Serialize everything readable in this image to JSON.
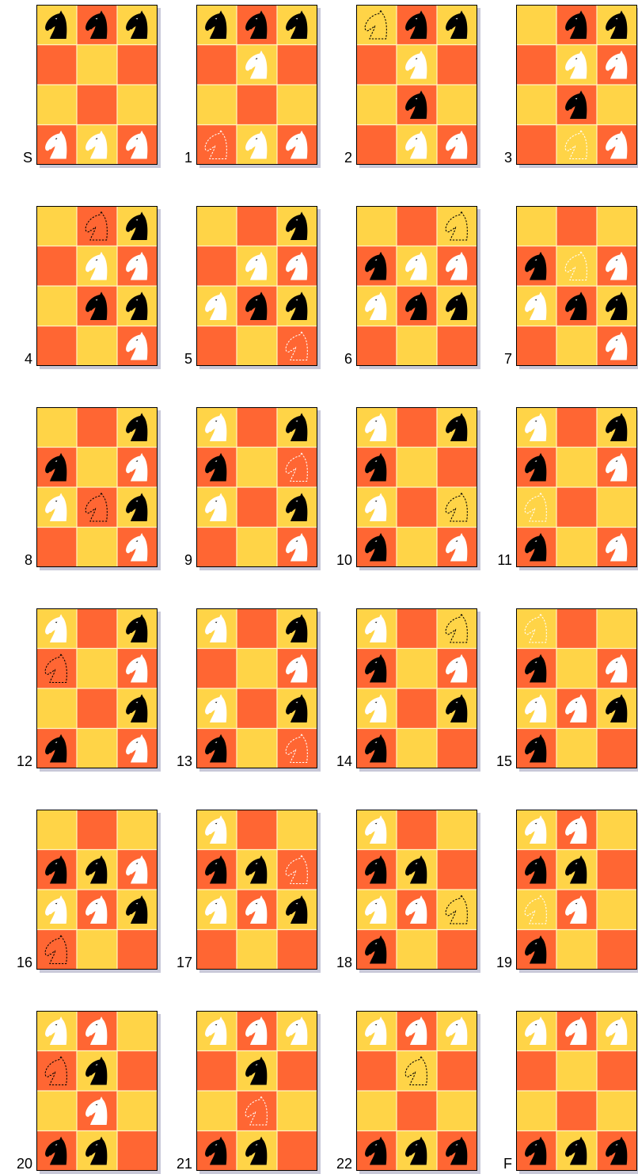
{
  "colors": {
    "light_square": "#FFD447",
    "dark_square": "#FF6633",
    "grid_line": "#FFF2C0",
    "board_border": "#000000",
    "shadow": "#C8C8D8",
    "white_knight": "#FFFFFF",
    "black_knight": "#000000"
  },
  "legend": {
    "W": "white knight",
    "B": "black knight",
    "w": "white knight outline (previous square)",
    "b": "black knight outline (previous square)",
    ".": "empty square"
  },
  "positions": [
    {
      "label": "S",
      "board": [
        "BBB",
        "...",
        "...",
        "WWW"
      ]
    },
    {
      "label": "1",
      "board": [
        "BBB",
        ".W.",
        "...",
        "wWW"
      ]
    },
    {
      "label": "2",
      "board": [
        "bBB",
        ".W.",
        ".B.",
        ".WW"
      ]
    },
    {
      "label": "3",
      "board": [
        ".BB",
        ".WW",
        ".B.",
        ".wW"
      ]
    },
    {
      "label": "4",
      "board": [
        ".bB",
        ".WW",
        ".BB",
        "..W"
      ]
    },
    {
      "label": "5",
      "board": [
        "..B",
        ".WW",
        "WBB",
        "..w"
      ]
    },
    {
      "label": "6",
      "board": [
        "..b",
        "BWW",
        "WBB",
        "..."
      ]
    },
    {
      "label": "7",
      "board": [
        "...",
        "BwW",
        "WBB",
        "..W"
      ]
    },
    {
      "label": "8",
      "board": [
        "..B",
        "B.W",
        "WbB",
        "..W"
      ]
    },
    {
      "label": "9",
      "board": [
        "W.B",
        "B.w",
        "W.B",
        "..W"
      ]
    },
    {
      "label": "10",
      "board": [
        "W.B",
        "B..",
        "W.b",
        "B.W"
      ]
    },
    {
      "label": "11",
      "board": [
        "W.B",
        "B.W",
        "w..",
        "B.W"
      ]
    },
    {
      "label": "12",
      "board": [
        "W.B",
        "b.W",
        "..B",
        "B.W"
      ]
    },
    {
      "label": "13",
      "board": [
        "W.B",
        "..W",
        "W.B",
        "B.w"
      ]
    },
    {
      "label": "14",
      "board": [
        "W.b",
        "B.W",
        "W.B",
        "B.."
      ]
    },
    {
      "label": "15",
      "board": [
        "w..",
        "B.W",
        "WWB",
        "B.."
      ]
    },
    {
      "label": "16",
      "board": [
        "...",
        "BBW",
        "WWB",
        "b.."
      ]
    },
    {
      "label": "17",
      "board": [
        "W..",
        "BBw",
        "WWB",
        "..."
      ]
    },
    {
      "label": "18",
      "board": [
        "W..",
        "BB.",
        "WWb",
        "B.."
      ]
    },
    {
      "label": "19",
      "board": [
        "WW.",
        "BB.",
        "wW.",
        "B.."
      ]
    },
    {
      "label": "20",
      "board": [
        "WW.",
        "bB.",
        ".W.",
        "BB."
      ]
    },
    {
      "label": "21",
      "board": [
        "WWW",
        ".B.",
        ".w.",
        "BB."
      ]
    },
    {
      "label": "22",
      "board": [
        "WWW",
        ".b.",
        "...",
        "BBB"
      ]
    },
    {
      "label": "F",
      "board": [
        "WWW",
        "...",
        "...",
        "BBB"
      ]
    }
  ]
}
